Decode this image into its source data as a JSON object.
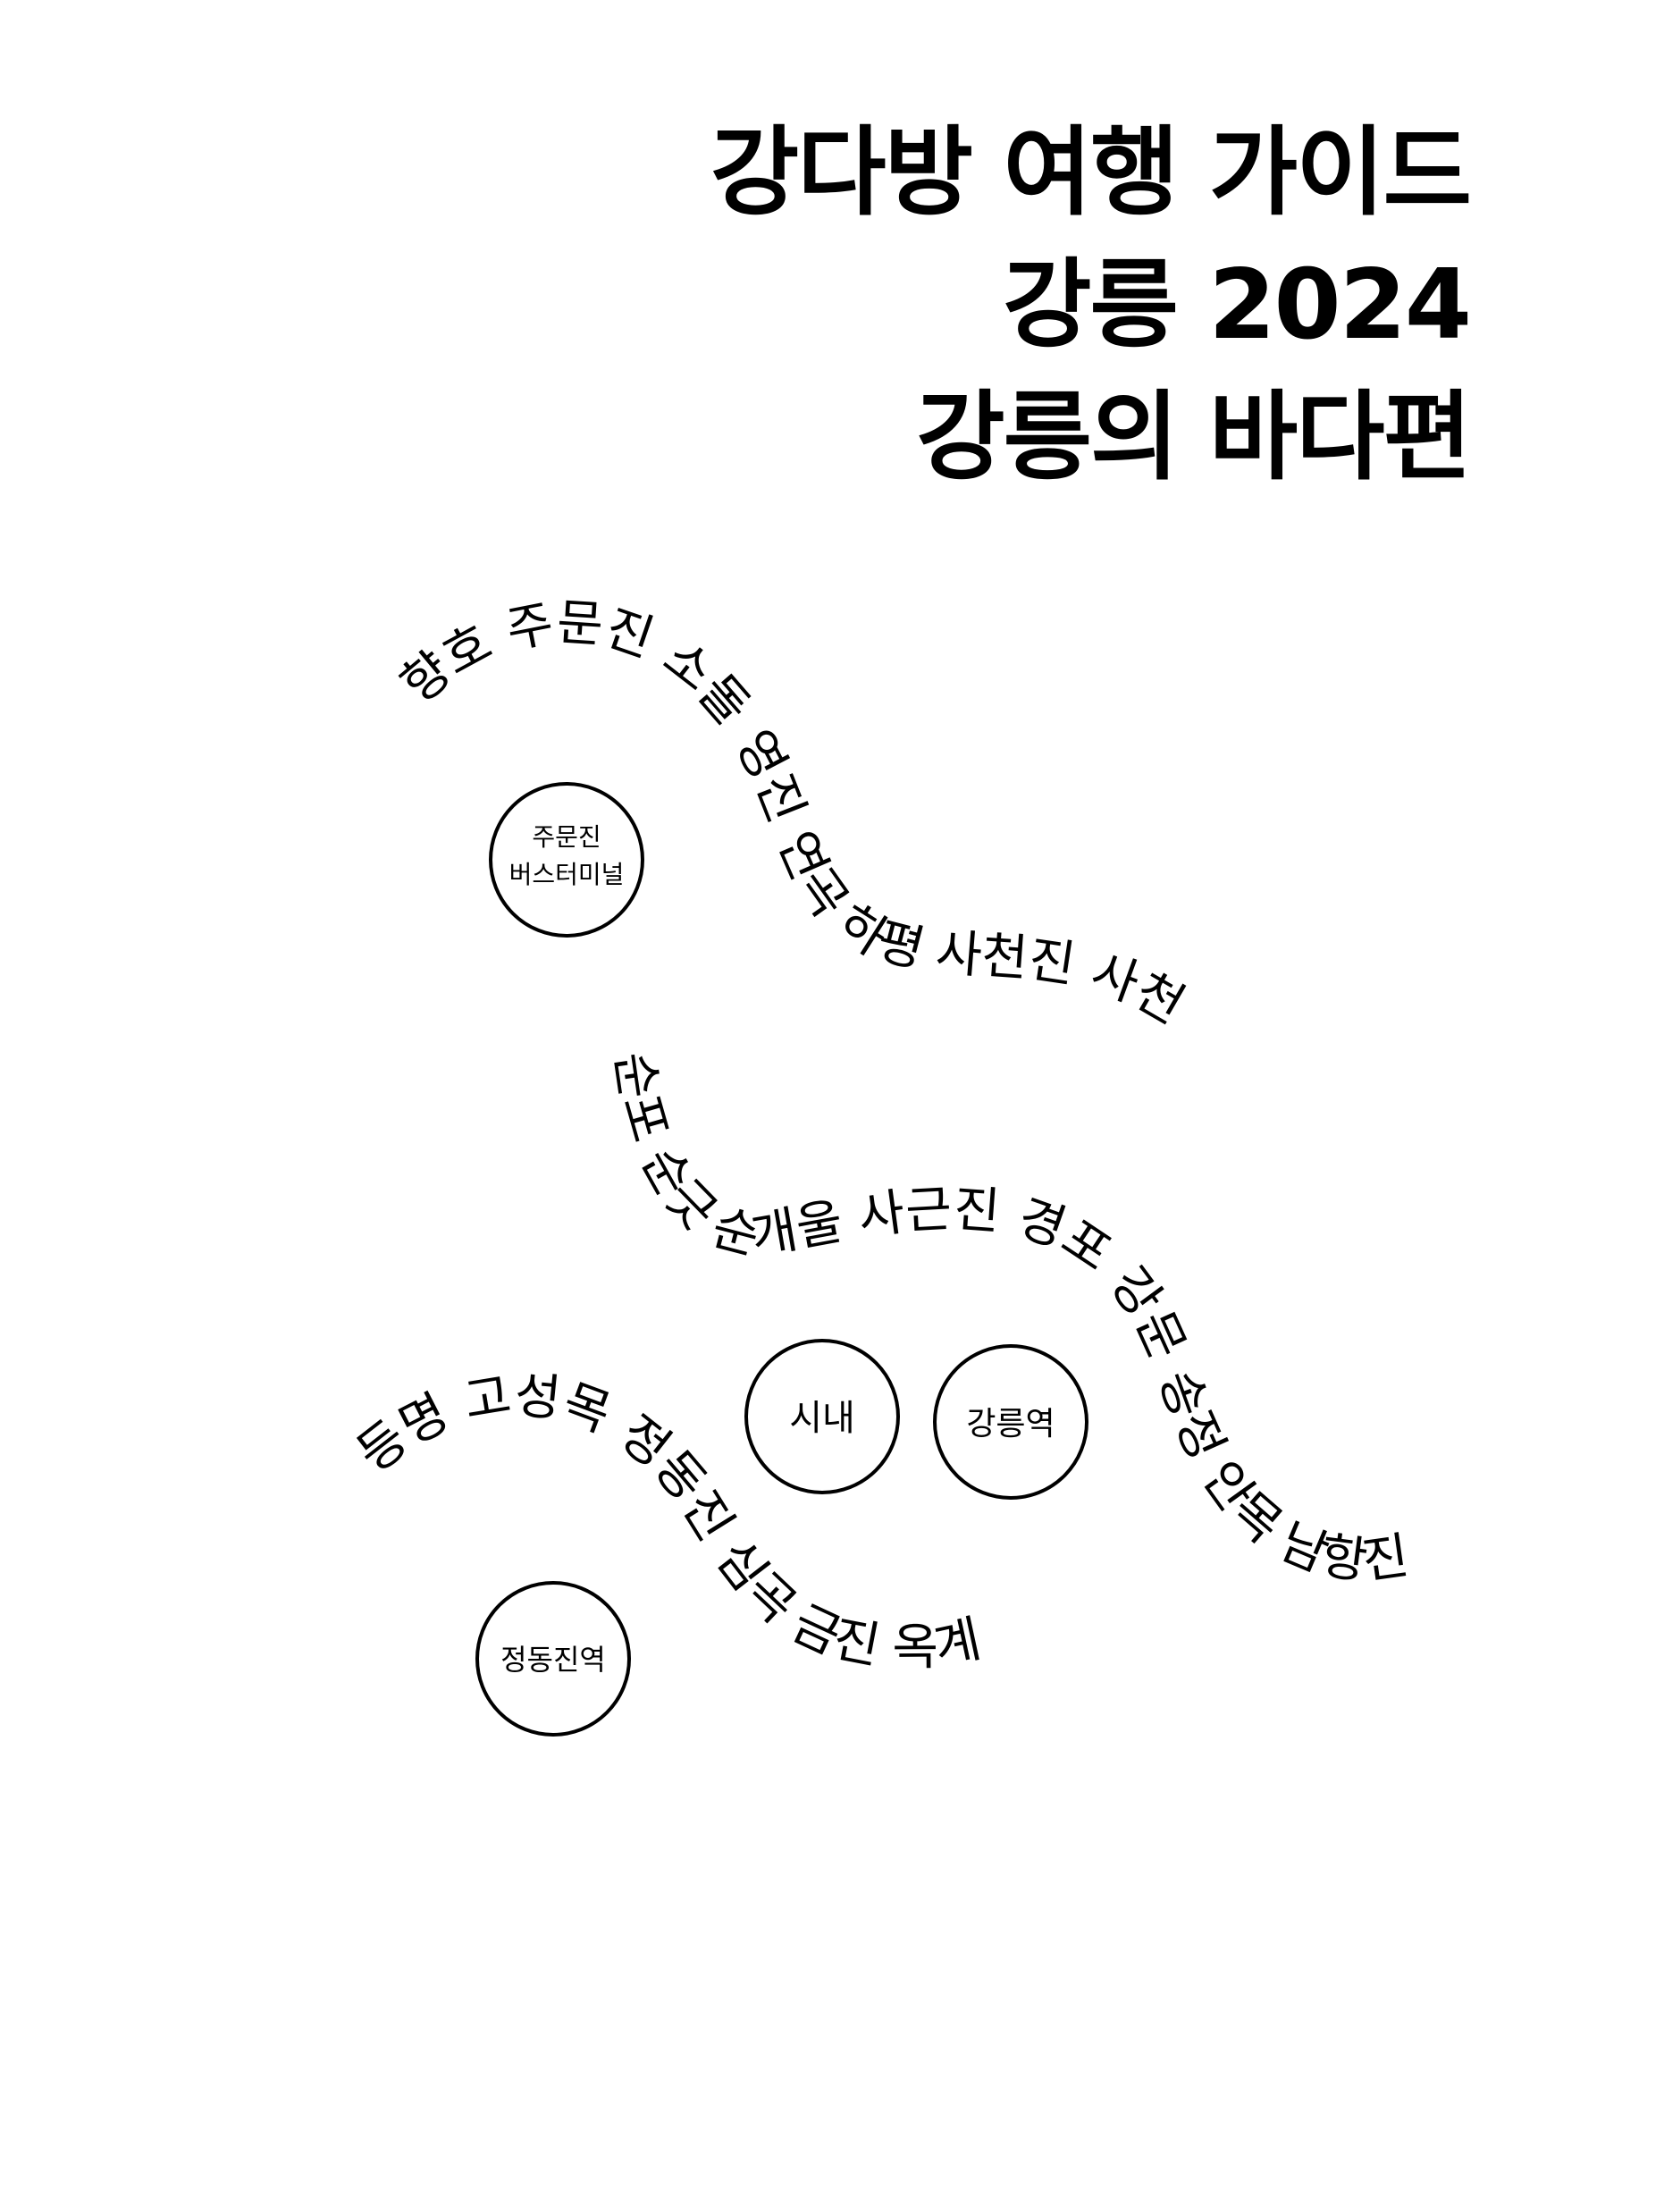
{
  "title": {
    "line1": "강다방 여행 가이드",
    "line2": "강릉 2024",
    "line3": "강릉의 바다편"
  },
  "routes": {
    "north": "향호 주문진 소돌 영진 연곡 하평 사천진 사천",
    "central": "순포 순긋 순개울 사근진 경포 강문 송정 안목 남항진",
    "south": "등명 고성목 정동진 심곡 금진 옥계"
  },
  "stations": {
    "jumunjin_line1": "주문진",
    "jumunjin_line2": "버스터미널",
    "downtown": "시내",
    "gangneung_station": "강릉역",
    "jeongdongjin_station": "정동진역"
  }
}
